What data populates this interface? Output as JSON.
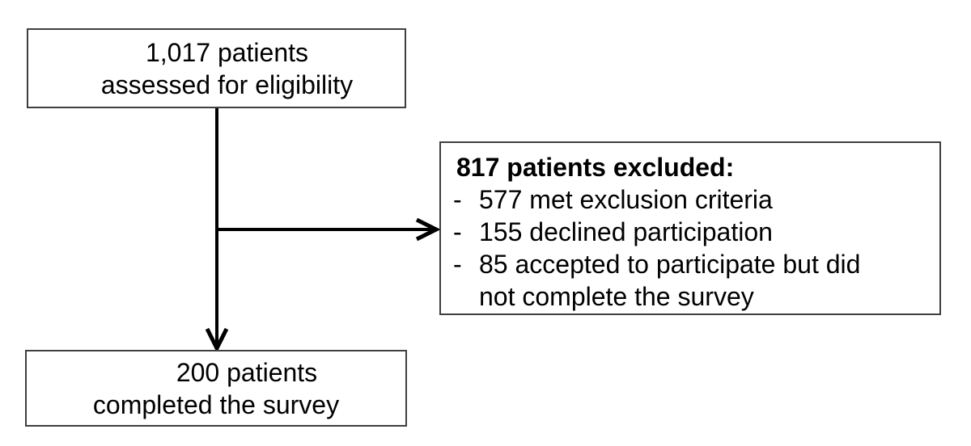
{
  "diagram_type": "patient-flow-chart",
  "nodes": {
    "assessed": {
      "lines": [
        "1,017 patients",
        "assessed for eligibility"
      ]
    },
    "excluded": {
      "title": "817 patients excluded:",
      "bullet": "-",
      "items": [
        "577 met exclusion criteria",
        "155 declined participation",
        "85 accepted to participate but did not complete the survey"
      ]
    },
    "completed": {
      "lines": [
        "200 patients",
        "completed the survey"
      ]
    }
  },
  "colors": {
    "box_border": "#3f3f3f",
    "arrow": "#000000",
    "text": "#000000",
    "background": "#ffffff"
  }
}
